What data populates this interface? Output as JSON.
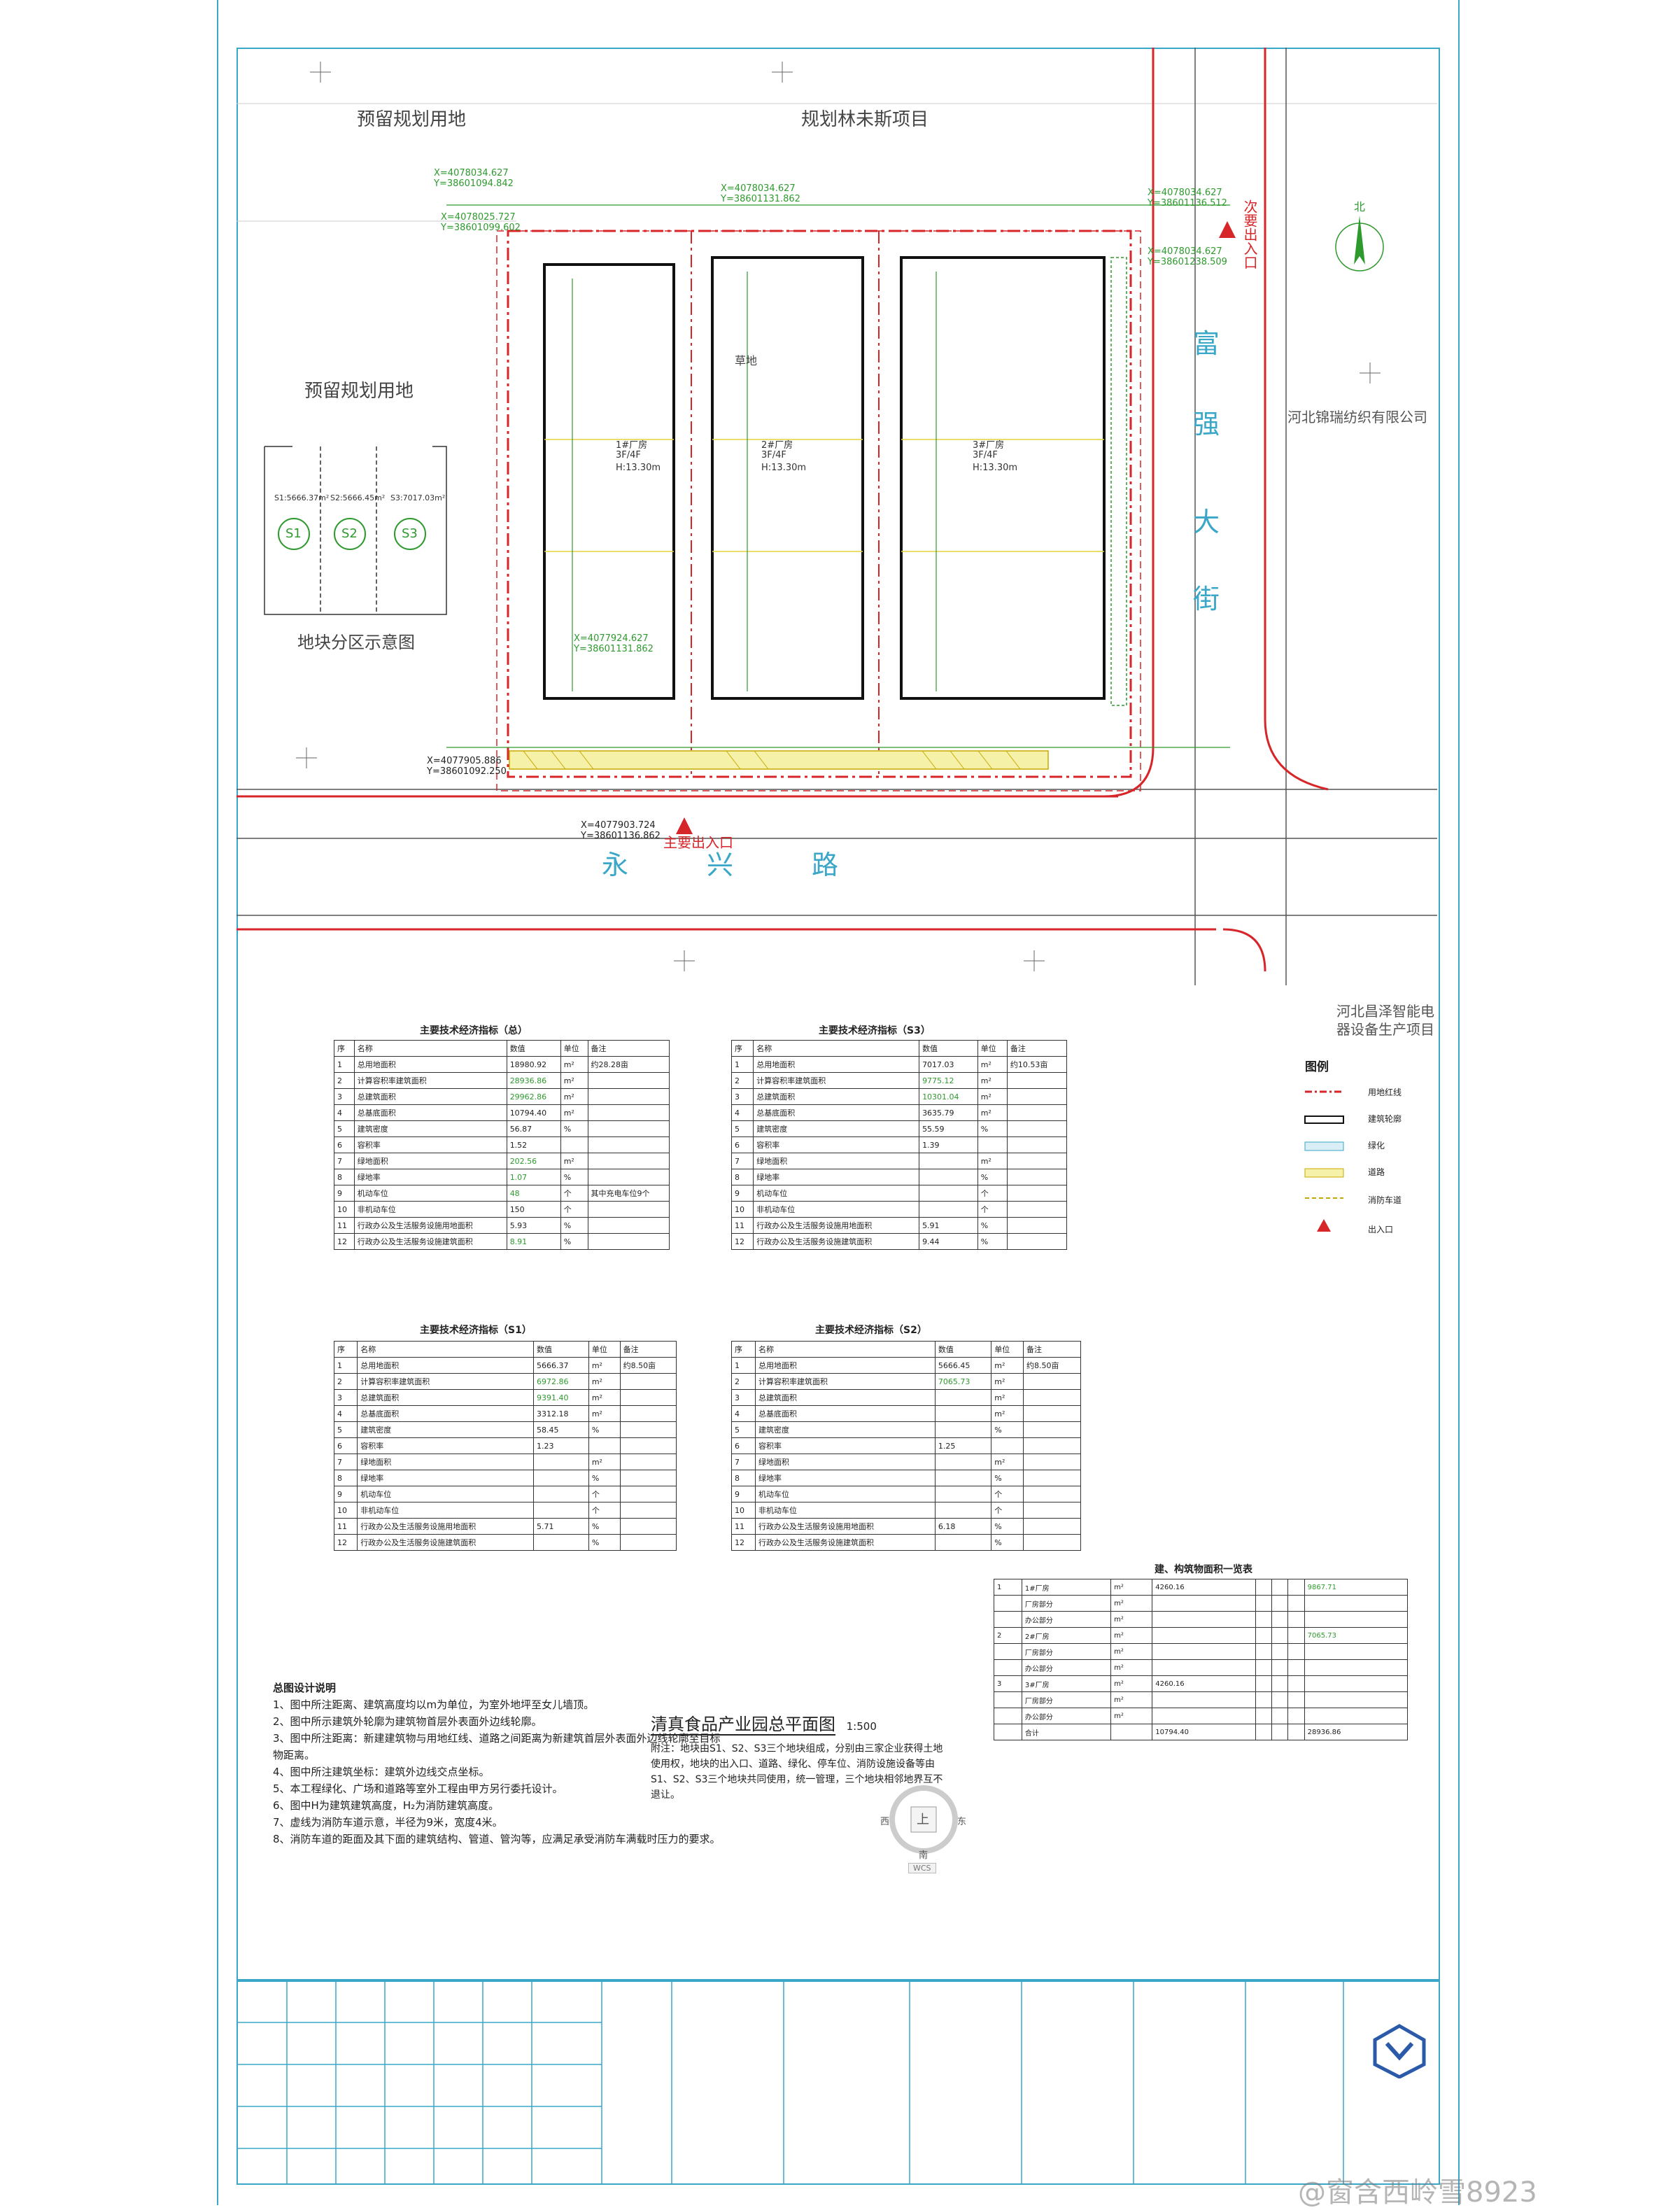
{
  "drawing": {
    "title": "清真食品产业园总平面图",
    "scale": "1:500",
    "regions": {
      "reserved_top": "预留规划用地",
      "reserved_left": "预留规划用地",
      "planned_future": "规划林未斯项目",
      "company_right": "河北锦瑞纺织有限公司",
      "company_bottom_right": "河北昌泽智能电器设备生产项目",
      "grass": "草地"
    },
    "roads": {
      "south_chars": [
        "永",
        "兴",
        "路"
      ],
      "east_chars": [
        "富",
        "强",
        "大",
        "街"
      ]
    },
    "entrances": {
      "main": "主要出入口",
      "secondary": "次要出入口"
    },
    "zoning": {
      "caption": "地块分区示意图",
      "plots": [
        "S1",
        "S2",
        "S3"
      ],
      "areas": [
        "S1:5666.37m²",
        "S2:5666.45m²",
        "S3:7017.03m²"
      ]
    },
    "buildings": [
      {
        "code": "1#厂房",
        "floors": "3F/4F",
        "height": "H:13.30m"
      },
      {
        "code": "2#厂房",
        "floors": "3F/4F",
        "height": "H:13.30m"
      },
      {
        "code": "3#厂房",
        "floors": "3F/4F",
        "height": "H:13.30m"
      }
    ],
    "coords": [
      "X=4078034.627",
      "Y=38601094.842",
      "X=4078025.727",
      "Y=38601099.602",
      "X=4078034.627",
      "Y=38601131.862",
      "X=4078034.627",
      "Y=38601136.512",
      "X=4078034.627",
      "Y=38601238.509",
      "X=4077924.627",
      "Y=38601131.862",
      "X=4077905.886",
      "Y=38601092.250",
      "X=4077903.724",
      "Y=38601136.862"
    ],
    "north": "北"
  },
  "tables": {
    "total": {
      "caption": "主要技术经济指标（总）",
      "header": [
        "序",
        "名称",
        "数值",
        "单位",
        "备注"
      ],
      "rows": [
        [
          "1",
          "总用地面积",
          "18980.92",
          "m²",
          "约28.28亩"
        ],
        [
          "2",
          "计算容积率建筑面积",
          "28936.86",
          "m²",
          ""
        ],
        [
          "3",
          "总建筑面积",
          "29962.86",
          "m²",
          ""
        ],
        [
          "4",
          "总基底面积",
          "10794.40",
          "m²",
          ""
        ],
        [
          "5",
          "建筑密度",
          "56.87",
          "%",
          ""
        ],
        [
          "6",
          "容积率",
          "1.52",
          "",
          ""
        ],
        [
          "7",
          "绿地面积",
          "202.56",
          "m²",
          ""
        ],
        [
          "8",
          "绿地率",
          "1.07",
          "%",
          ""
        ],
        [
          "9",
          "机动车位",
          "48",
          "个",
          "其中充电车位9个"
        ],
        [
          "10",
          "非机动车位",
          "150",
          "个",
          ""
        ],
        [
          "11",
          "行政办公及生活服务设施用地面积",
          "5.93",
          "%",
          ""
        ],
        [
          "12",
          "行政办公及生活服务设施建筑面积",
          "8.91",
          "%",
          ""
        ]
      ]
    },
    "s3": {
      "caption": "主要技术经济指标（S3）",
      "header": [
        "序",
        "名称",
        "数值",
        "单位",
        "备注"
      ],
      "rows": [
        [
          "1",
          "总用地面积",
          "7017.03",
          "m²",
          "约10.53亩"
        ],
        [
          "2",
          "计算容积率建筑面积",
          "9775.12",
          "m²",
          ""
        ],
        [
          "3",
          "总建筑面积",
          "10301.04",
          "m²",
          ""
        ],
        [
          "4",
          "总基底面积",
          "3635.79",
          "m²",
          ""
        ],
        [
          "5",
          "建筑密度",
          "55.59",
          "%",
          ""
        ],
        [
          "6",
          "容积率",
          "1.39",
          "",
          ""
        ],
        [
          "7",
          "绿地面积",
          "",
          "m²",
          ""
        ],
        [
          "8",
          "绿地率",
          "",
          "%",
          ""
        ],
        [
          "9",
          "机动车位",
          "",
          "个",
          ""
        ],
        [
          "10",
          "非机动车位",
          "",
          "个",
          ""
        ],
        [
          "11",
          "行政办公及生活服务设施用地面积",
          "5.91",
          "%",
          ""
        ],
        [
          "12",
          "行政办公及生活服务设施建筑面积",
          "9.44",
          "%",
          ""
        ]
      ]
    },
    "s1": {
      "caption": "主要技术经济指标（S1）",
      "header": [
        "序",
        "名称",
        "数值",
        "单位",
        "备注"
      ],
      "rows": [
        [
          "1",
          "总用地面积",
          "5666.37",
          "m²",
          "约8.50亩"
        ],
        [
          "2",
          "计算容积率建筑面积",
          "6972.86",
          "m²",
          ""
        ],
        [
          "3",
          "总建筑面积",
          "9391.40",
          "m²",
          ""
        ],
        [
          "4",
          "总基底面积",
          "3312.18",
          "m²",
          ""
        ],
        [
          "5",
          "建筑密度",
          "58.45",
          "%",
          ""
        ],
        [
          "6",
          "容积率",
          "1.23",
          "",
          ""
        ],
        [
          "7",
          "绿地面积",
          "",
          "m²",
          ""
        ],
        [
          "8",
          "绿地率",
          "",
          "%",
          ""
        ],
        [
          "9",
          "机动车位",
          "",
          "个",
          ""
        ],
        [
          "10",
          "非机动车位",
          "",
          "个",
          ""
        ],
        [
          "11",
          "行政办公及生活服务设施用地面积",
          "5.71",
          "%",
          ""
        ],
        [
          "12",
          "行政办公及生活服务设施建筑面积",
          "",
          "%",
          ""
        ]
      ]
    },
    "s2": {
      "caption": "主要技术经济指标（S2）",
      "header": [
        "序",
        "名称",
        "数值",
        "单位",
        "备注"
      ],
      "rows": [
        [
          "1",
          "总用地面积",
          "5666.45",
          "m²",
          "约8.50亩"
        ],
        [
          "2",
          "计算容积率建筑面积",
          "7065.73",
          "m²",
          ""
        ],
        [
          "3",
          "总建筑面积",
          "",
          "m²",
          ""
        ],
        [
          "4",
          "总基底面积",
          "",
          "m²",
          ""
        ],
        [
          "5",
          "建筑密度",
          "",
          "%",
          ""
        ],
        [
          "6",
          "容积率",
          "1.25",
          "",
          ""
        ],
        [
          "7",
          "绿地面积",
          "",
          "m²",
          ""
        ],
        [
          "8",
          "绿地率",
          "",
          "%",
          ""
        ],
        [
          "9",
          "机动车位",
          "",
          "个",
          ""
        ],
        [
          "10",
          "非机动车位",
          "",
          "个",
          ""
        ],
        [
          "11",
          "行政办公及生活服务设施用地面积",
          "6.18",
          "%",
          ""
        ],
        [
          "12",
          "行政办公及生活服务设施建筑面积",
          "",
          "%",
          ""
        ]
      ]
    },
    "area_list": {
      "caption": "建、构筑物面积一览表",
      "rows": [
        [
          "1",
          "1#厂房",
          "m²",
          "4260.16",
          "",
          "",
          "",
          "9867.71"
        ],
        [
          "",
          "厂房部分",
          "m²",
          "",
          "",
          "",
          "",
          ""
        ],
        [
          "",
          "办公部分",
          "m²",
          "",
          "",
          "",
          "",
          ""
        ],
        [
          "2",
          "2#厂房",
          "m²",
          "",
          "",
          "",
          "",
          "7065.73"
        ],
        [
          "",
          "厂房部分",
          "m²",
          "",
          "",
          "",
          "",
          ""
        ],
        [
          "",
          "办公部分",
          "m²",
          "",
          "",
          "",
          "",
          ""
        ],
        [
          "3",
          "3#厂房",
          "m²",
          "4260.16",
          "",
          "",
          "",
          ""
        ],
        [
          "",
          "厂房部分",
          "m²",
          "",
          "",
          "",
          "",
          ""
        ],
        [
          "",
          "办公部分",
          "m²",
          "",
          "",
          "",
          "",
          ""
        ],
        [
          "",
          "合计",
          "",
          "10794.40",
          "",
          "",
          "",
          "28936.86"
        ]
      ]
    }
  },
  "legend": {
    "title": "图例",
    "items": [
      "用地红线",
      "建筑轮廓",
      "绿化",
      "道路",
      "消防车道",
      "出入口"
    ]
  },
  "notes": {
    "title": "总图设计说明",
    "lines": [
      "1、图中所注距离、建筑高度均以m为单位，为室外地坪至女儿墙顶。",
      "2、图中所示建筑外轮廓为建筑物首层外表面外边线轮廓。",
      "3、图中所注距离：新建建筑物与用地红线、道路之间距离为新建筑首层外表面外边线轮廓至目标物距离。",
      "4、图中所注建筑坐标：建筑外边线交点坐标。",
      "5、本工程绿化、广场和道路等室外工程由甲方另行委托设计。",
      "6、图中H为建筑建筑高度，H₂为消防建筑高度。",
      "7、虚线为消防车道示意，半径为9米，宽度4米。",
      "8、消防车道的距面及其下面的建筑结构、管道、管沟等，应满足承受消防车满载时压力的要求。"
    ]
  },
  "attachment_note": "附注：地块由S1、S2、S3三个地块组成，分别由三家企业获得土地使用权，地块的出入口、道路、绿化、停车位、消防设施设备等由S1、S2、S3三个地块共同使用，统一管理，三个地块相邻地界互不退让。",
  "compass": {
    "n": "北",
    "s": "南",
    "w": "西",
    "e": "东",
    "center": "上",
    "wcs": "WCS"
  },
  "watermark": "@窗含西岭雪8923"
}
